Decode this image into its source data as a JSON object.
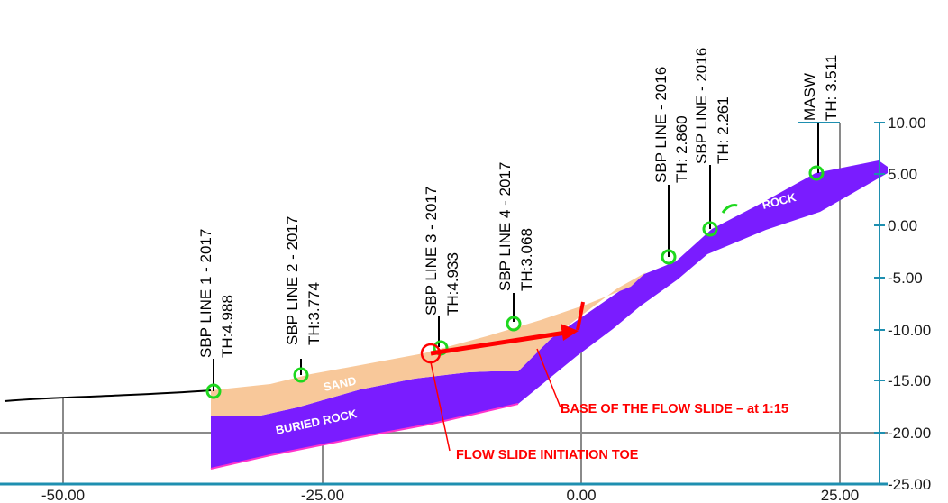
{
  "axes": {
    "x_ticks": [
      "-50.00",
      "-25.00",
      "0.00",
      "25.00"
    ],
    "y_ticks": [
      "10.00",
      "5.00",
      "0.00",
      "-5.00",
      "-10.00",
      "-15.00",
      "-20.00",
      "-25.00"
    ]
  },
  "layers": {
    "sand": "SAND",
    "buried_rock": "BURIED ROCK",
    "rock": "ROCK"
  },
  "profiles": [
    {
      "line1": "SBP LINE 1 - 2017",
      "line2": "TH:4.988"
    },
    {
      "line1": "SBP LINE 2 - 2017",
      "line2": "TH:3.774"
    },
    {
      "line1": "SBP LINE 3 - 2017",
      "line2": "TH:4.933"
    },
    {
      "line1": "SBP LINE 4 - 2017",
      "line2": "TH:3.068"
    },
    {
      "line1": "SBP LINE - 2016",
      "line2": "TH: 2.860"
    },
    {
      "line1": "SBP LINE - 2016",
      "line2": "TH: 2.261"
    },
    {
      "line1": "MASW",
      "line2": "TH: 3.511"
    }
  ],
  "annotations": {
    "base": "BASE OF THE FLOW SLIDE – at 1:15",
    "toe": "FLOW SLIDE INITIATION TOE"
  },
  "colors": {
    "sand": "#f8c89a",
    "rock": "#7a1cff",
    "axis": "#1e8fb0",
    "grid": "#8a8a8a",
    "marker": "#1ed81e",
    "annotation": "#ff0000"
  }
}
